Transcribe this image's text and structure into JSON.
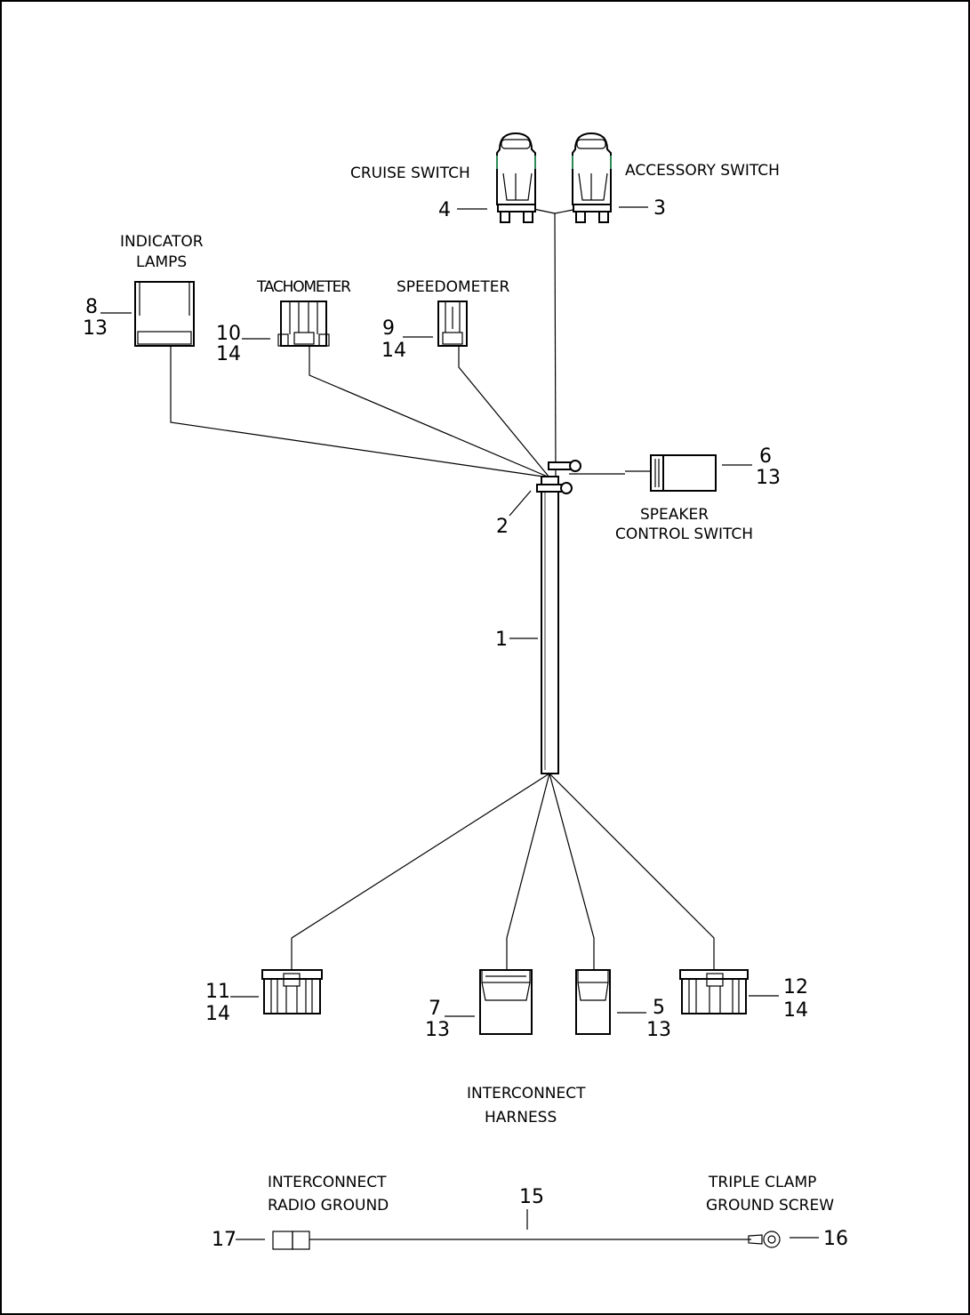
{
  "diagram": {
    "labels": {
      "cruise_switch": "CRUISE SWITCH",
      "accessory_switch": "ACCESSORY SWITCH",
      "indicator_lamps": [
        "INDICATOR",
        "LAMPS"
      ],
      "tachometer": "TACHOMETER",
      "speedometer": "SPEEDOMETER",
      "speaker_control_switch": [
        "SPEAKER",
        "CONTROL SWITCH"
      ],
      "interconnect_harness": [
        "INTERCONNECT",
        "HARNESS"
      ],
      "interconnect_radio_ground": [
        "INTERCONNECT",
        "RADIO GROUND"
      ],
      "triple_clamp_ground_screw": [
        "TRIPLE CLAMP",
        "GROUND SCREW"
      ]
    },
    "callouts": {
      "c1": "1",
      "c2": "2",
      "c3": "3",
      "c4": "4",
      "c5": [
        "5",
        "13"
      ],
      "c6": [
        "6",
        "13"
      ],
      "c7": [
        "7",
        "13"
      ],
      "c8": [
        "8",
        "13"
      ],
      "c9": [
        "9",
        "14"
      ],
      "c10": [
        "10",
        "14"
      ],
      "c11": [
        "11",
        "14"
      ],
      "c12": [
        "12",
        "14"
      ],
      "c15": "15",
      "c16": "16",
      "c17": "17"
    }
  }
}
